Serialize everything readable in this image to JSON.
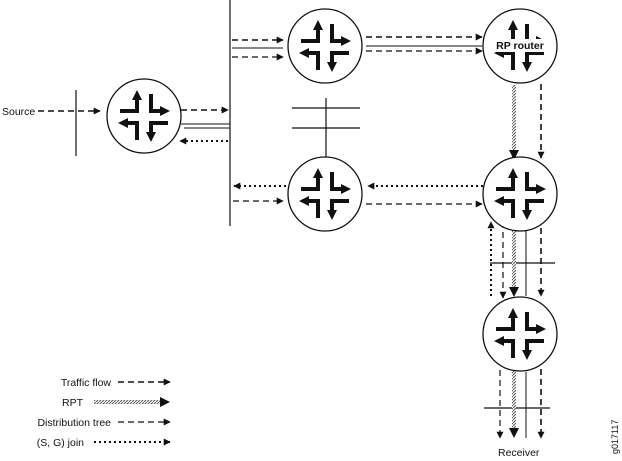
{
  "labels": {
    "source": "Source",
    "receiver": "Receiver",
    "rp_router": "RP router",
    "figure_id": "g017117"
  },
  "legend": [
    {
      "label": "Traffic flow",
      "style": "traffic-flow"
    },
    {
      "label": "RPT",
      "style": "rpt"
    },
    {
      "label": "Distribution tree",
      "style": "distribution-tree"
    },
    {
      "label": "(S, G) join",
      "style": "sg-join"
    }
  ],
  "colors": {
    "line": "#111111",
    "rpt": "#888888",
    "background": "#ffffff"
  }
}
